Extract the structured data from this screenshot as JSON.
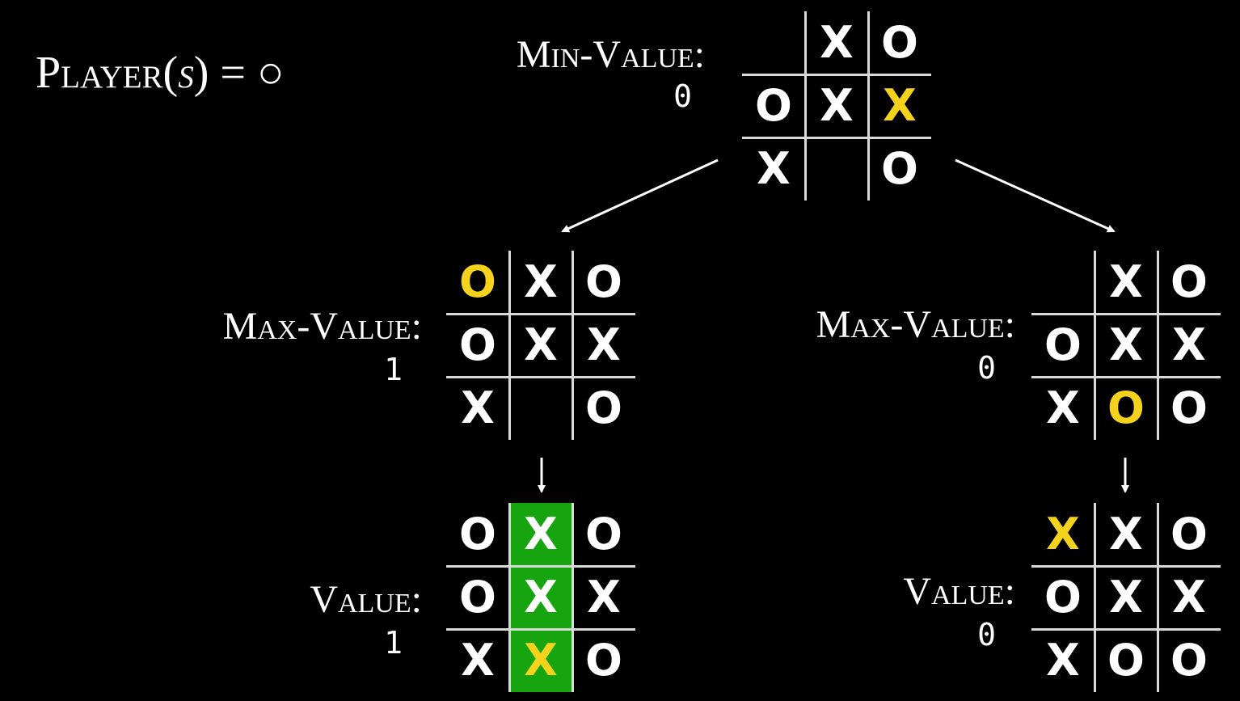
{
  "player_label": {
    "prefix": "Player(",
    "var": "s",
    "suffix": ") = ○"
  },
  "colors": {
    "background": "#000000",
    "mark": "#ffffff",
    "highlight_mark": "#f5d31c",
    "win_line": "#16a50e",
    "grid": "#d9d9d9"
  },
  "boards": [
    {
      "id": "root",
      "label": "Min-Value:",
      "value": "0",
      "cells": [
        "",
        "X",
        "O",
        "O",
        "X",
        "X",
        "X",
        "",
        "O"
      ],
      "highlight_cells": [
        5
      ],
      "win_column": null
    },
    {
      "id": "left-mid",
      "label": "Max-Value:",
      "value": "1",
      "cells": [
        "O",
        "X",
        "O",
        "O",
        "X",
        "X",
        "X",
        "",
        "O"
      ],
      "highlight_cells": [
        0
      ],
      "win_column": null
    },
    {
      "id": "right-mid",
      "label": "Max-Value:",
      "value": "0",
      "cells": [
        "",
        "X",
        "O",
        "O",
        "X",
        "X",
        "X",
        "O",
        "O"
      ],
      "highlight_cells": [
        7
      ],
      "win_column": null
    },
    {
      "id": "left-bottom",
      "label": "Value:",
      "value": "1",
      "cells": [
        "O",
        "X",
        "O",
        "O",
        "X",
        "X",
        "X",
        "X",
        "O"
      ],
      "highlight_cells": [
        7
      ],
      "win_column": 1
    },
    {
      "id": "right-bottom",
      "label": "Value:",
      "value": "0",
      "cells": [
        "X",
        "X",
        "O",
        "O",
        "X",
        "X",
        "X",
        "O",
        "O"
      ],
      "highlight_cells": [
        0
      ],
      "win_column": null
    }
  ]
}
